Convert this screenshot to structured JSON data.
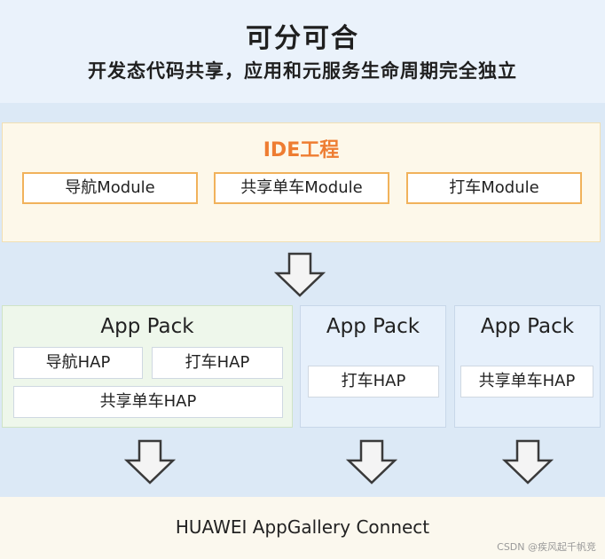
{
  "header": {
    "title": "可分可合",
    "subtitle": "开发态代码共享，应用和元服务生命周期完全独立"
  },
  "ide": {
    "title": "IDE工程",
    "modules": [
      "导航Module",
      "共享单车Module",
      "打车Module"
    ]
  },
  "packs": [
    {
      "title": "App Pack",
      "haps": [
        "导航HAP",
        "打车HAP",
        "共享单车HAP"
      ]
    },
    {
      "title": "App Pack",
      "haps": [
        "打车HAP"
      ]
    },
    {
      "title": "App Pack",
      "haps": [
        "共享单车HAP"
      ]
    }
  ],
  "footer": {
    "text": "HUAWEI AppGallery Connect",
    "watermark": "CSDN @疾风起千帆竞"
  },
  "colors": {
    "accent_orange": "#ee7d32",
    "module_border": "#f1b25b",
    "arrow_fill": "#f4f4f4",
    "arrow_stroke": "#3a3a3a"
  }
}
